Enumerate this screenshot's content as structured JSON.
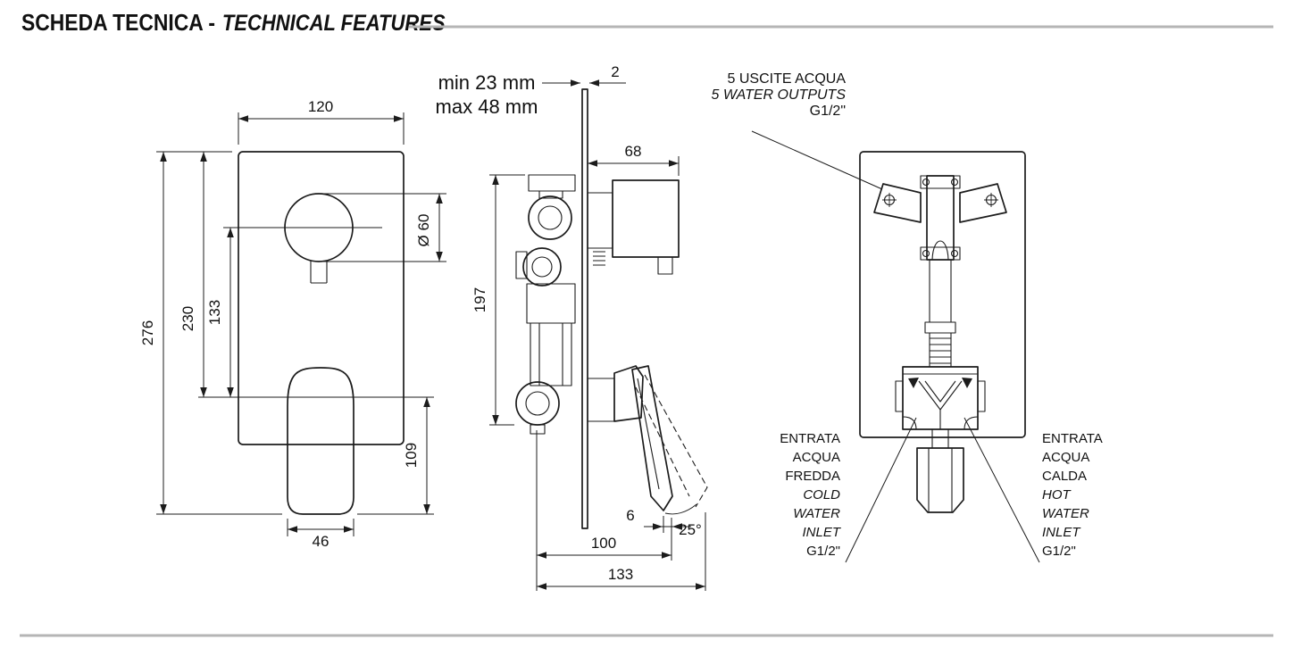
{
  "header": {
    "title_it": "SCHEDA TECNICA -",
    "title_en": "TECHNICAL FEATURES"
  },
  "front_view": {
    "width_top": "120",
    "height_total": "276",
    "height_230": "230",
    "height_133": "133",
    "diameter": "Ø 60",
    "height_109": "109",
    "width_bottom": "46"
  },
  "side_view": {
    "depth_min": "min 23 mm",
    "depth_max": "max 48 mm",
    "plate_thickness": "2",
    "depth_68": "68",
    "height_197": "197",
    "dim_6": "6",
    "dim_100": "100",
    "angle": "25°",
    "dim_133": "133"
  },
  "back_view": {
    "outputs": {
      "lines": [
        "5 USCITE ACQUA",
        "5 WATER OUTPUTS",
        "G1/2\""
      ]
    },
    "cold_inlet": {
      "lines": [
        "ENTRATA",
        "ACQUA",
        "FREDDA",
        "COLD",
        "WATER",
        "INLET",
        "G1/2\""
      ]
    },
    "hot_inlet": {
      "lines": [
        "ENTRATA",
        "ACQUA",
        "CALDA",
        "HOT",
        "WATER",
        "INLET",
        "G1/2\""
      ]
    }
  },
  "colors": {
    "line": "#1c1c1c",
    "rule": "#b5b5b5"
  }
}
